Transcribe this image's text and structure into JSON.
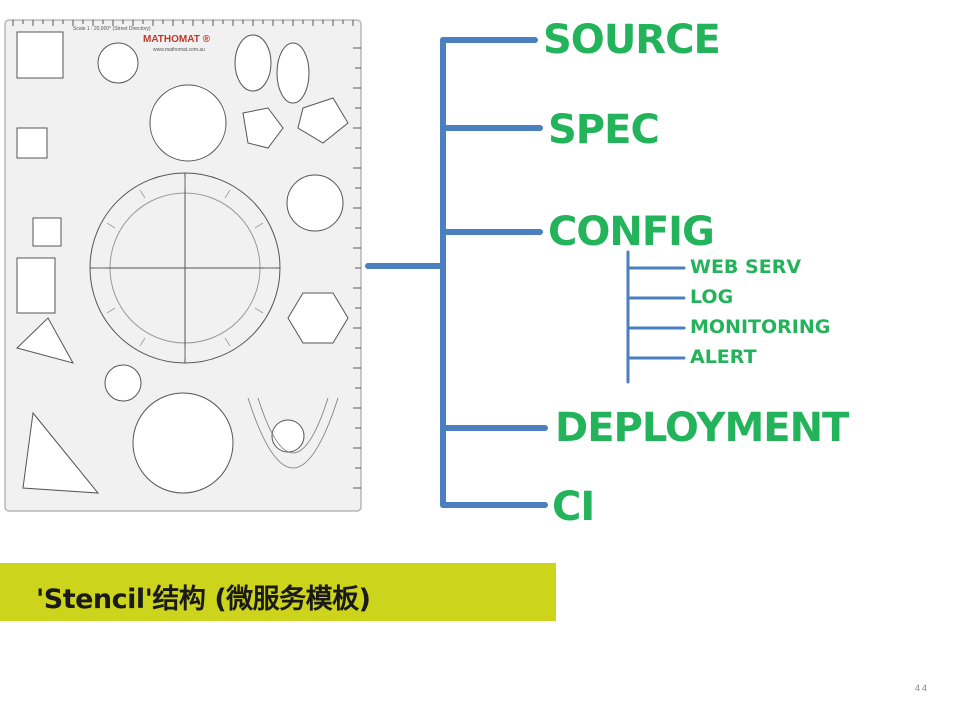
{
  "stencil": {
    "brand": "MATHOMAT ®",
    "website": "www.mathomat.com.au",
    "scale_label": "Scale 1 : 20,000° (Street Directory)"
  },
  "tree": {
    "top_nodes": [
      "SOURCE",
      "SPEC",
      "CONFIG",
      "DEPLOYMENT",
      "CI"
    ],
    "config_children": [
      "WEB SERV",
      "LOG",
      "MONITORING",
      "ALERT"
    ],
    "line_color": "#4a7fc0",
    "text_color": "#22b35b"
  },
  "caption": {
    "text": "'Stencil'结构 (微服务模板)",
    "background": "#cdd41c"
  },
  "page_number": "44"
}
